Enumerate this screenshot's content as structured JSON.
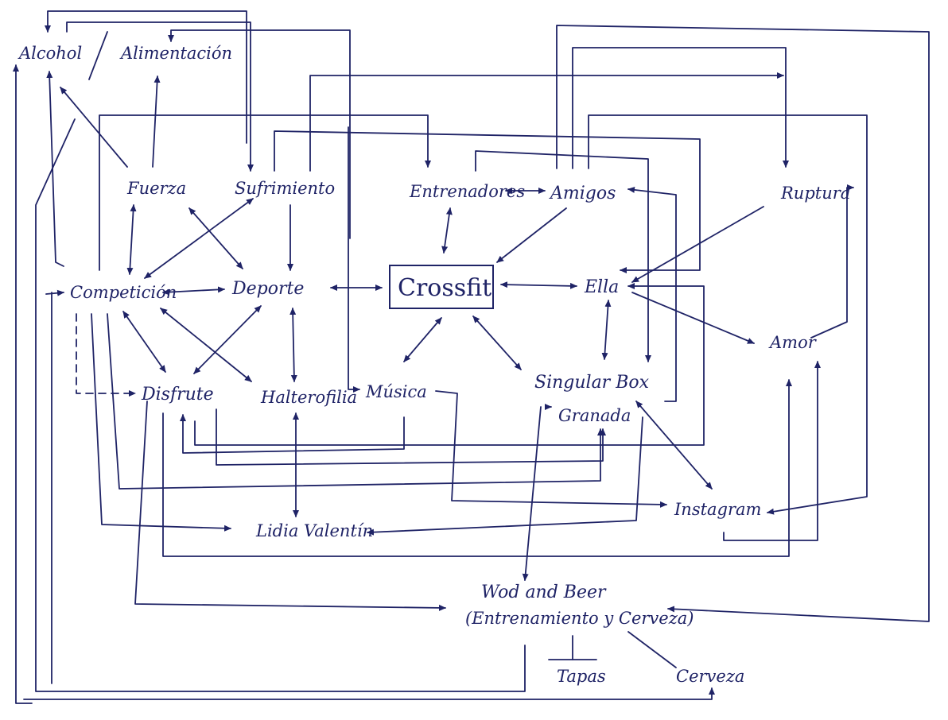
{
  "nodes": {
    "alcohol": "Alcohol",
    "alimentacion": "Alimentación",
    "fuerza": "Fuerza",
    "sufrimiento": "Sufrimiento",
    "entrenadores": "Entrenadores",
    "amigos": "Amigos",
    "ruptura": "Ruptura",
    "competicion": "Competición",
    "deporte": "Deporte",
    "crossfit": "Crossfit",
    "ella": "Ella",
    "amor": "Amor",
    "disfrute": "Disfrute",
    "halterofilia": "Halterofilia",
    "musica": "Música",
    "singular_box": "Singular Box",
    "granada": "Granada",
    "instagram": "Instagram",
    "lidia_valentin": "Lidia Valentín",
    "wod_and_beer": "Wod and Beer",
    "wod_subtitle": "(Entrenamiento y Cerveza)",
    "tapas": "Tapas",
    "cerveza": "Cerveza"
  },
  "colors": {
    "ink": "#1f2366",
    "paper": "#ffffff"
  }
}
